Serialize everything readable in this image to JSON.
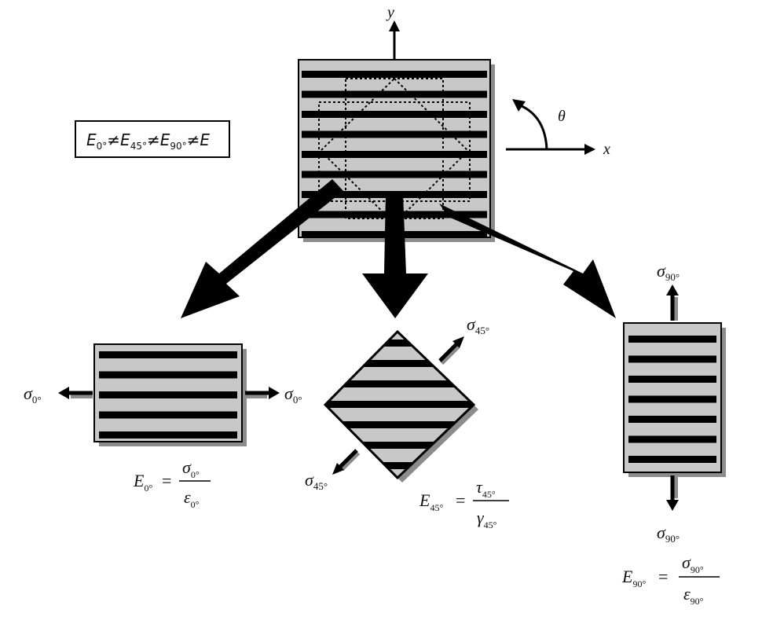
{
  "axes": {
    "y_label": "y",
    "x_label": "x",
    "angle_label": "θ"
  },
  "inequality": {
    "E": "E",
    "sub0": "0°",
    "sub45": "45°",
    "sub90": "90°",
    "neq": "≠"
  },
  "panel_0": {
    "sigma_symbol": "σ",
    "sigma_sub": "0°",
    "eq": {
      "lhs": "E",
      "lhs_sub": "0°",
      "equals": "=",
      "num": "σ",
      "num_sub": "0°",
      "den": "ε",
      "den_sub": "0°"
    }
  },
  "panel_45": {
    "sigma_symbol": "σ",
    "sigma_sub": "45°",
    "eq": {
      "lhs": "E",
      "lhs_sub": "45°",
      "equals": "=",
      "num": "τ",
      "num_sub": "45°",
      "den": "γ",
      "den_sub": "45°"
    }
  },
  "panel_90": {
    "sigma_symbol": "σ",
    "sigma_sub": "90°",
    "eq": {
      "lhs": "E",
      "lhs_sub": "90°",
      "equals": "=",
      "num": "σ",
      "num_sub": "90°",
      "den": "ε",
      "den_sub": "90°"
    }
  },
  "colors": {
    "fill": "#c8c8c8",
    "ink": "#000000",
    "shadow": "#8c8c8c"
  }
}
